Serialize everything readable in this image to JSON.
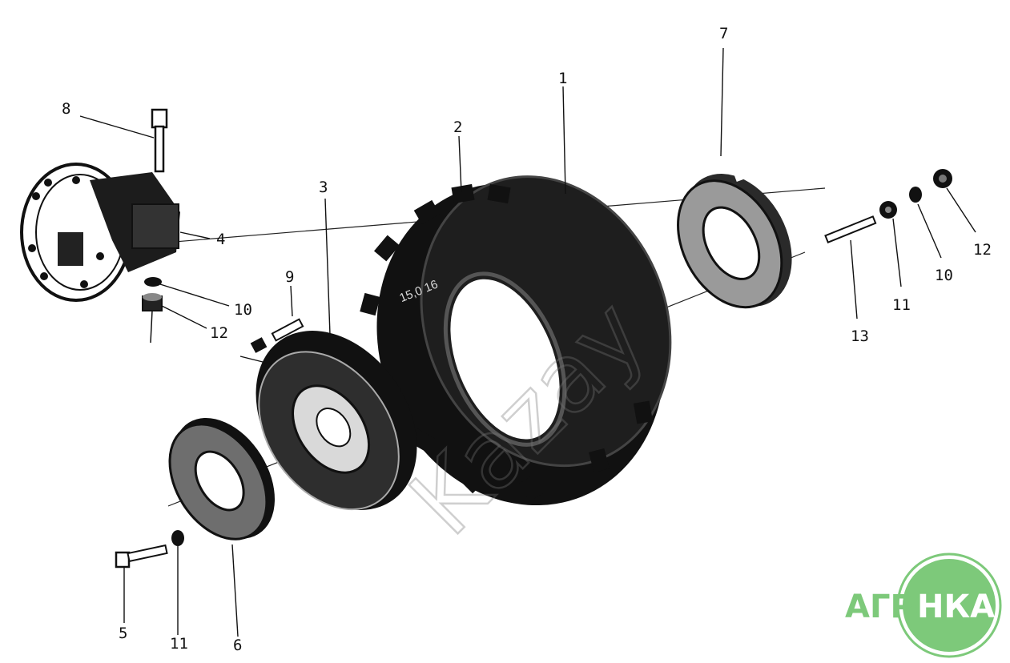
{
  "callouts": {
    "c1": "1",
    "c2": "2",
    "c3": "3",
    "c4": "4",
    "c5": "5",
    "c6": "6",
    "c7": "7",
    "c8": "8",
    "c9": "9",
    "c10a": "10",
    "c10b": "10",
    "c11a": "11",
    "c11b": "11",
    "c12a": "12",
    "c12b": "12",
    "c13": "13"
  },
  "tire_marking": "15,0 16",
  "watermark": "Kazay",
  "logo": {
    "left": "АГРО",
    "right": "НКА",
    "green": "#7dc97a",
    "dark_green": "#55b05a"
  }
}
